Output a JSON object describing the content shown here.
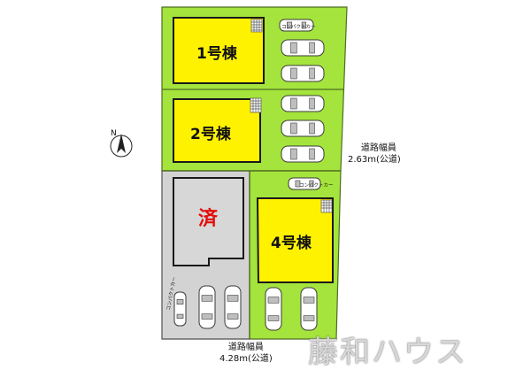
{
  "buildings": [
    {
      "id": "house-1",
      "label": "1号棟"
    },
    {
      "id": "house-2",
      "label": "2号棟"
    },
    {
      "id": "house-4",
      "label": "4号棟"
    }
  ],
  "sold": {
    "label": "済"
  },
  "roads": {
    "east": {
      "line1": "道路幅員",
      "line2": "2.63m(公道)"
    },
    "south": {
      "line1": "道路幅員",
      "line2": "4.28m(公道)"
    }
  },
  "compact_car_label": "コンパクトカー",
  "north_label": "N",
  "watermark": "藤和ハウス",
  "colors": {
    "lot_green": "#a4e43c",
    "lot_gray": "#d3d3d3",
    "house_yellow": "#fff200",
    "sold_red": "#e30b0b"
  },
  "icons": {
    "north_arrow": "compass-north-icon",
    "car": "car-top-view-icon"
  }
}
